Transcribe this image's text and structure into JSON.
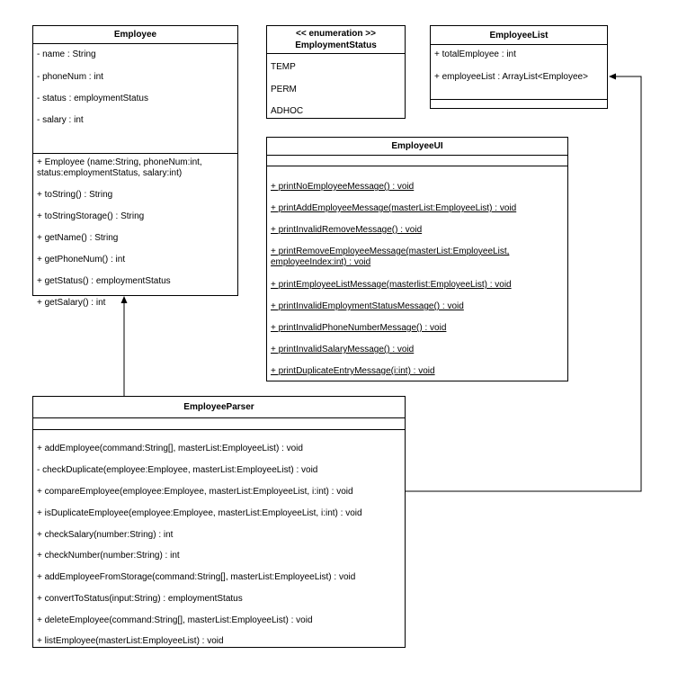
{
  "employee": {
    "title": "Employee",
    "attributes": [
      "- name : String",
      "- phoneNum : int",
      "- status : employmentStatus",
      "- salary : int"
    ],
    "constructor": [
      "+ Employee (name:String, phoneNum:int,",
      "status:employmentStatus, salary:int)"
    ],
    "methods": [
      "+ toString() : String",
      "+ toStringStorage() : String",
      "+ getName() : String",
      "+ getPhoneNum() : int",
      "+ getStatus() : employmentStatus",
      "+ getSalary() : int"
    ]
  },
  "employment_status": {
    "stereotype": "<< enumeration >>",
    "title": "EmploymentStatus",
    "values": [
      "TEMP",
      "PERM",
      "ADHOC"
    ]
  },
  "employee_list": {
    "title": "EmployeeList",
    "attributes": [
      "+ totalEmployee : int",
      "+ employeeList : ArrayList<Employee>"
    ]
  },
  "employee_ui": {
    "title": "EmployeeUI",
    "methods": [
      "+ printNoEmployeeMessage() : void",
      "+ printAddEmployeeMessage(masterList:EmployeeList) : void",
      "+ printInvalidRemoveMessage() : void",
      "+ printRemoveEmployeeMessage(masterList:EmployeeList,",
      "employeeIndex:int) : void",
      "+ printEmployeeListMessage(masterlist:EmployeeList) : void",
      "+ printInvalidEmploymentStatusMessage() : void",
      "+ printInvalidPhoneNumberMessage() : void",
      "+ printInvalidSalaryMessage() : void",
      "+ printDuplicateEntryMessage(i:int) : void"
    ]
  },
  "employee_parser": {
    "title": "EmployeeParser",
    "methods": [
      "+ addEmployee(command:String[], masterList:EmployeeList) : void",
      "- checkDuplicate(employee:Employee, masterList:EmployeeList) : void",
      "+ compareEmployee(employee:Employee, masterList:EmployeeList, i:int) : void",
      "+ isDuplicateEmployee(employee:Employee, masterList:EmployeeList, i:int) : void",
      "+ checkSalary(number:String) : int",
      "+ checkNumber(number:String) : int",
      "+ addEmployeeFromStorage(command:String[], masterList:EmployeeList) : void",
      "+ convertToStatus(input:String) : employmentStatus",
      "+ deleteEmployee(command:String[], masterList:EmployeeList) : void",
      "+ listEmployee(masterList:EmployeeList) : void"
    ]
  }
}
